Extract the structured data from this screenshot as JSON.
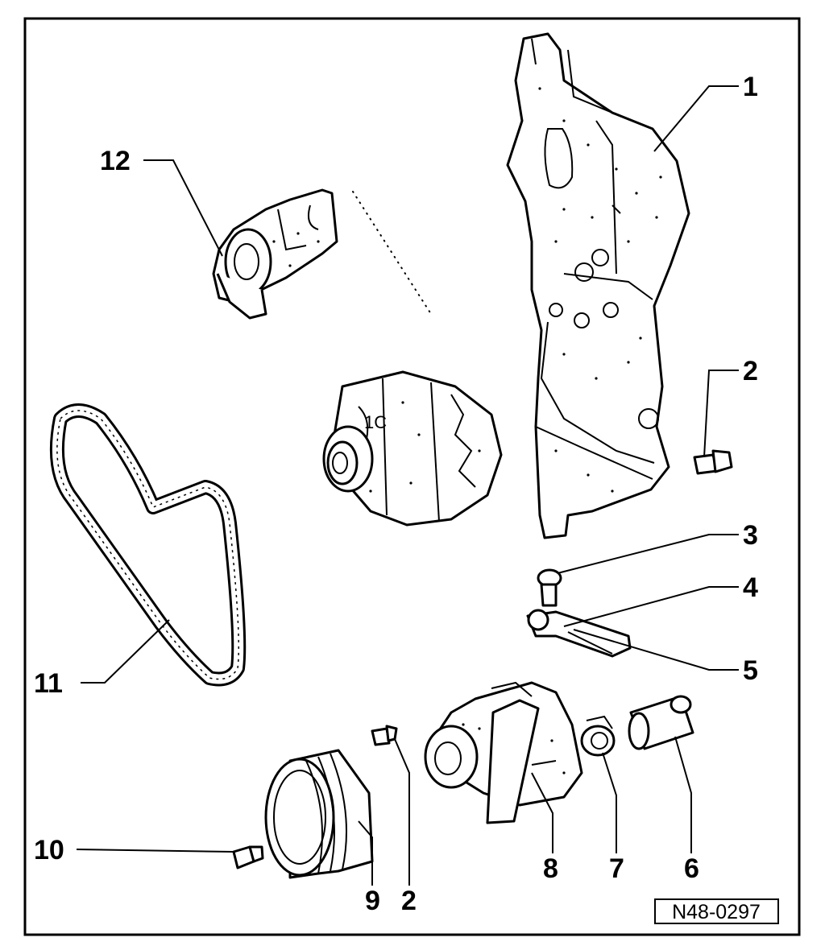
{
  "diagram": {
    "reference_code": "N48-0297",
    "callouts": {
      "c1": "1",
      "c2a": "2",
      "c2b": "2",
      "c3": "3",
      "c4": "4",
      "c5": "5",
      "c6": "6",
      "c7": "7",
      "c8": "8",
      "c9": "9",
      "c10": "10",
      "c11": "11",
      "c12": "12"
    }
  }
}
